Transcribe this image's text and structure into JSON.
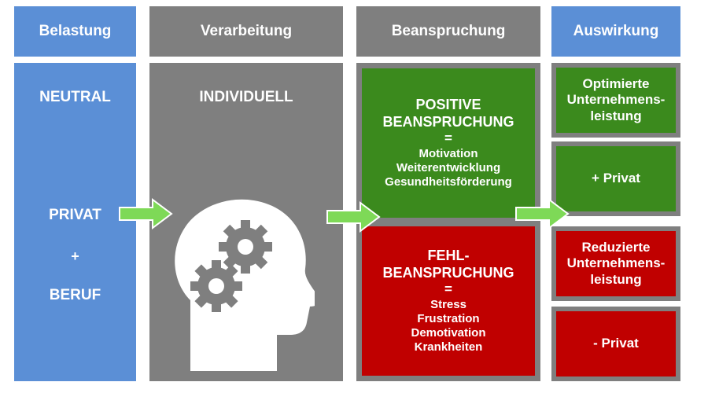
{
  "headers": {
    "belastung": "Belastung",
    "verarbeitung": "Verarbeitung",
    "beanspruchung": "Beanspruchung",
    "auswirkung": "Auswirkung"
  },
  "belastung_column": {
    "neutral": "NEUTRAL",
    "privat": "PRIVAT",
    "plus": "+",
    "beruf": "BERUF"
  },
  "verarbeitung_column": {
    "individuell": "INDIVIDUELL"
  },
  "positive": {
    "title_line1": "POSITIVE",
    "title_line2": "BEANSPRUCHUNG",
    "equals": "=",
    "items": [
      "Motivation",
      "Weiterentwicklung",
      "Gesundheitsförderung"
    ]
  },
  "fehl": {
    "title_line1": "FEHL-",
    "title_line2": "BEANSPRUCHUNG",
    "equals": "=",
    "items": [
      "Stress",
      "Frustration",
      "Demotivation",
      "Krankheiten"
    ]
  },
  "auswirkung_column": {
    "optimiert_line1": "Optimierte",
    "optimiert_line2": "Unternehmens-",
    "optimiert_line3": "leistung",
    "plus_privat": "+ Privat",
    "reduziert_line1": "Reduzierte",
    "reduziert_line2": "Unternehmens-",
    "reduziert_line3": "leistung",
    "minus_privat": "- Privat"
  },
  "colors": {
    "blue": "#5b8fd6",
    "grey": "#7f7f7f",
    "green": "#3b8a1d",
    "red": "#c00000",
    "arrow": "#7ed957"
  },
  "icons": {
    "head": "head-with-gears-icon",
    "arrow": "right-arrow-icon"
  }
}
